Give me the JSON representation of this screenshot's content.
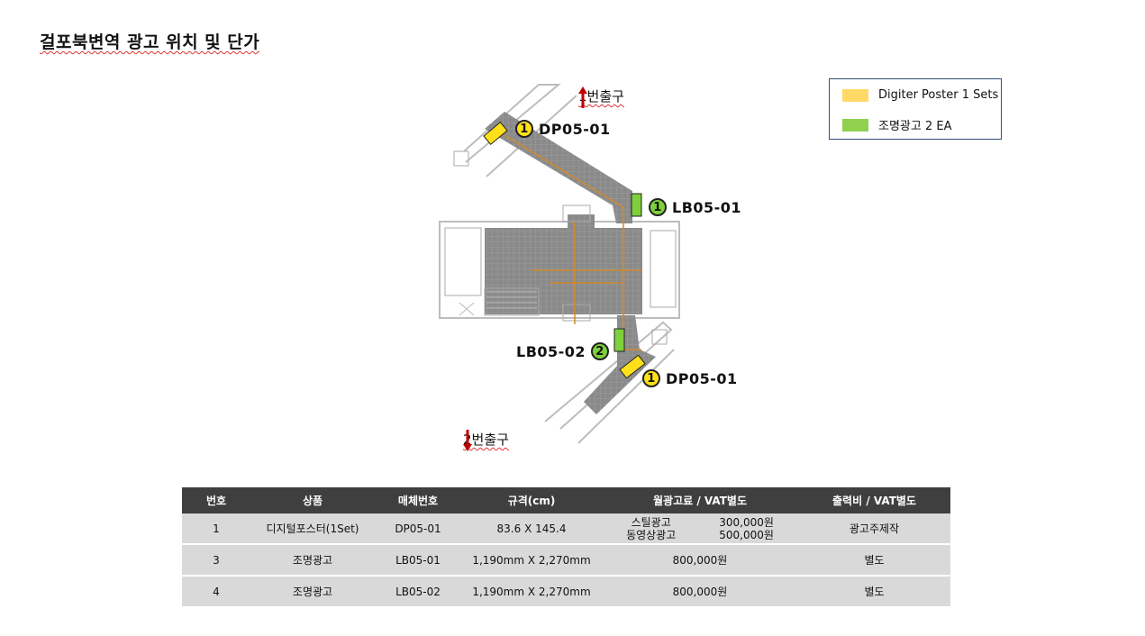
{
  "title": "걸포북변역 광고 위치 및 단가",
  "exits": {
    "exit1": "1번출구",
    "exit2": "2번출구"
  },
  "spots": [
    {
      "num": "1",
      "code": "DP05-01",
      "color": "yellow"
    },
    {
      "num": "1",
      "code": "LB05-01",
      "color": "green"
    },
    {
      "num": "2",
      "code": "LB05-02",
      "color": "green"
    },
    {
      "num": "1",
      "code": "DP05-01",
      "color": "yellow"
    }
  ],
  "legend": [
    {
      "label": "Digiter Poster 1 Sets",
      "color": "#ffd966"
    },
    {
      "label": "조명광고 2 EA",
      "color": "#92d050"
    }
  ],
  "table": {
    "headers": [
      "번호",
      "상품",
      "매체번호",
      "규격(cm)",
      "월광고료 / VAT별도",
      "출력비 / VAT별도"
    ],
    "rows": [
      {
        "no": "1",
        "product": "디지털포스터(1Set)",
        "media": "DP05-01",
        "size": "83.6 X 145.4",
        "fee_types": [
          "스틸광고",
          "동영상광고"
        ],
        "fee_values": [
          "300,000원",
          "500,000원"
        ],
        "print": "광고주제작"
      },
      {
        "no": "3",
        "product": "조명광고",
        "media": "LB05-01",
        "size": "1,190mm X 2,270mm",
        "fee": "800,000원",
        "print": "별도"
      },
      {
        "no": "4",
        "product": "조명광고",
        "media": "LB05-02",
        "size": "1,190mm X 2,270mm",
        "fee": "800,000원",
        "print": "별도"
      }
    ]
  }
}
